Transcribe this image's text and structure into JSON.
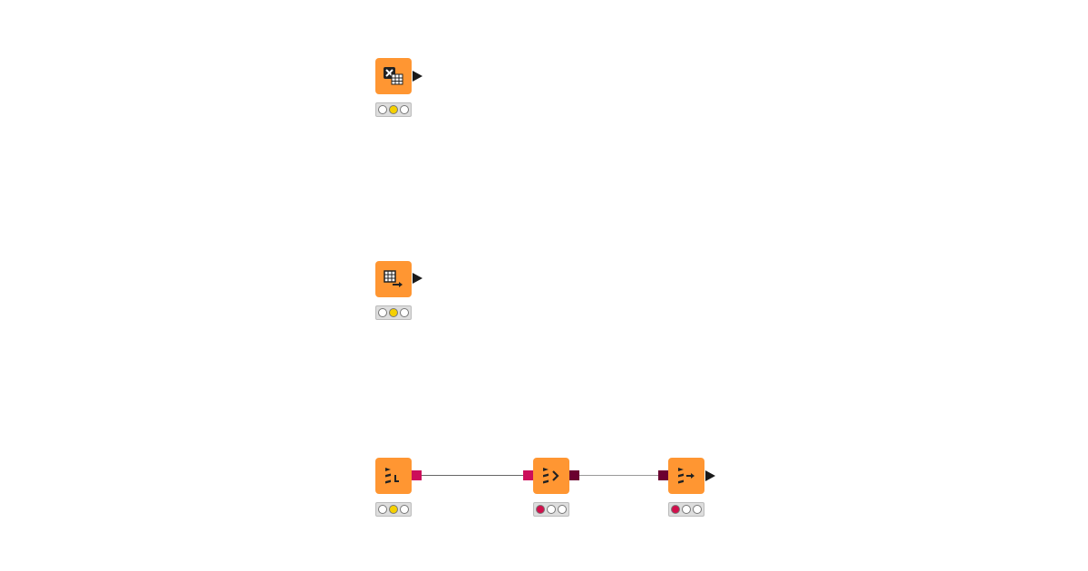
{
  "colors": {
    "node": "#ff9632",
    "light_yellow": "#f5d000",
    "light_red": "#d0104c",
    "light_off": "#ffffff",
    "port_db": "#cc0e5a",
    "port_db_dark": "#6b0030"
  },
  "nodes": [
    {
      "icon": "excel-table-reader-icon",
      "status": [
        "off",
        "yellow",
        "off"
      ]
    },
    {
      "icon": "table-output-icon",
      "status": [
        "off",
        "yellow",
        "off"
      ]
    },
    {
      "icon": "db-connector-icon",
      "status": [
        "off",
        "yellow",
        "off"
      ]
    },
    {
      "icon": "db-query-icon",
      "status": [
        "red",
        "off",
        "off"
      ]
    },
    {
      "icon": "db-reader-icon",
      "status": [
        "red",
        "off",
        "off"
      ]
    }
  ]
}
